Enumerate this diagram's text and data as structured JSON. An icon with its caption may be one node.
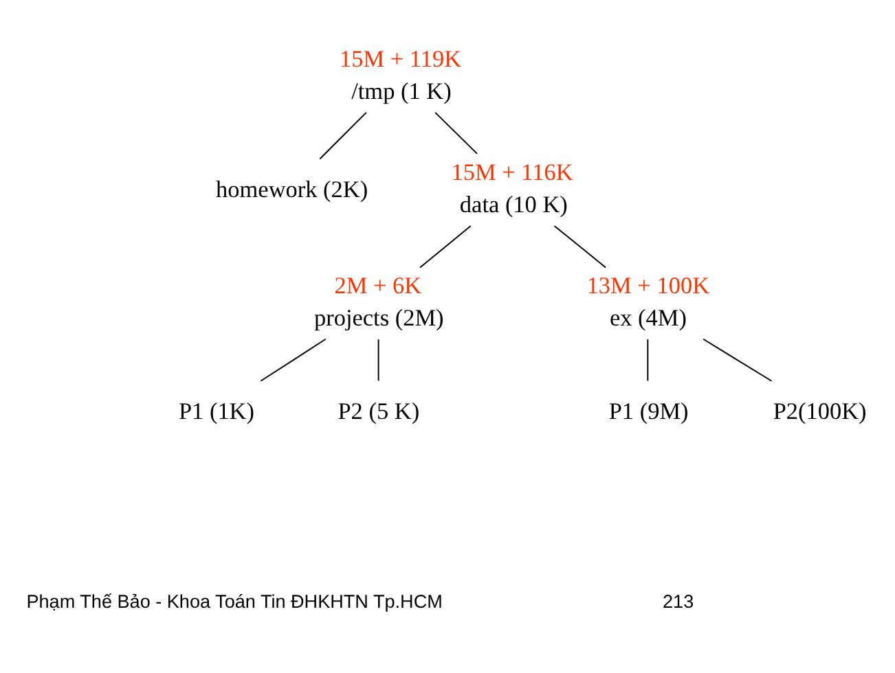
{
  "diagram": {
    "nodes": [
      {
        "text": [
          "/tmp (1 K)"
        ],
        "beside": [
          "15M + 119K"
        ]
      },
      {
        "text": [
          "homework (2K)"
        ]
      },
      {
        "text": [
          "data (10 K)"
        ],
        "beside": [
          "15M + 116K"
        ]
      },
      {
        "text": [
          "projects (2M)"
        ],
        "beside": [
          "2M + 6K"
        ]
      },
      {
        "text": [
          "ex (4M)"
        ],
        "beside": [
          "13M + 100K"
        ]
      },
      {
        "text": [
          "P1 (1K)"
        ]
      },
      {
        "text": [
          "P2 (5 K)"
        ]
      },
      {
        "text": [
          "P1 (9M)"
        ]
      },
      {
        "text": [
          "P2(100K)"
        ]
      }
    ],
    "edges": [
      {
        "from": 0,
        "to": 1,
        "arrow": "none"
      },
      {
        "from": 0,
        "to": 2,
        "arrow": "none"
      },
      {
        "from": 2,
        "to": 3,
        "arrow": "none"
      },
      {
        "from": 2,
        "to": 4,
        "arrow": "none"
      },
      {
        "from": 3,
        "to": 5,
        "arrow": "none"
      },
      {
        "from": 3,
        "to": 6,
        "arrow": "none"
      },
      {
        "from": 4,
        "to": 7,
        "arrow": "none"
      },
      {
        "from": 4,
        "to": 8,
        "arrow": "none"
      }
    ],
    "labels": [
      "Phạm Thế Bảo - Khoa Toán Tin ĐHKHTN Tp.HCM",
      "213"
    ]
  }
}
